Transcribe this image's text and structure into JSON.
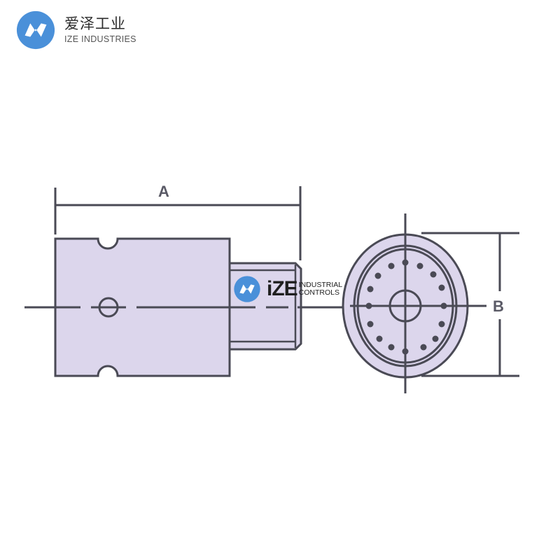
{
  "brand": {
    "name_cn": "爱泽工业",
    "name_en": "IZE INDUSTRIES",
    "logo_icon": "ize-logo-icon",
    "color": "#4a90d9"
  },
  "watermark": {
    "mark": "iZE",
    "line1": "INDUSTRIAL",
    "line2": "CONTROLS"
  },
  "drawing": {
    "dimension_a": "A",
    "dimension_b": "B",
    "fill_color": "#dcd6ec",
    "line_color": "#4a4a55",
    "bolt_hole_count": 16
  }
}
